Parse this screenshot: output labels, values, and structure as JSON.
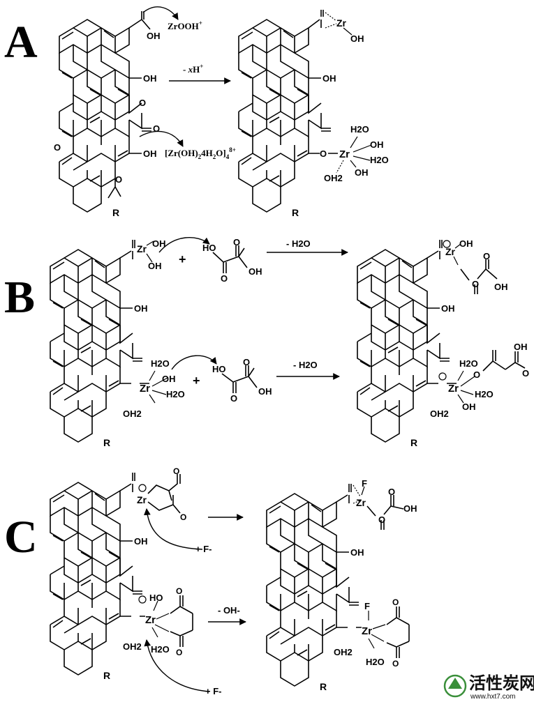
{
  "panels": {
    "A": {
      "letter": "A",
      "reactant_labels": [
        "OH",
        "OH",
        "OH",
        "O",
        "O",
        "O",
        "O",
        "R"
      ],
      "reagent_top": "ZrOOH",
      "reagent_top_charge": "+",
      "reagent_bottom": "[Zr(OH)",
      "reagent_bottom_sub1": "2",
      "reagent_bottom_mid": "4H",
      "reagent_bottom_sub2": "2",
      "reagent_bottom_end": "O]",
      "reagent_bottom_sub3": "4",
      "reagent_bottom_charge": "8+",
      "arrow_label_prefix": "- ",
      "arrow_label_var": "x",
      "arrow_label_suffix": "H",
      "arrow_label_charge": "+",
      "product_top": {
        "zr": "Zr",
        "oh": "OH"
      },
      "product_bottom": {
        "zr": "Zr",
        "ligands": [
          "H2O",
          "OH",
          "H2O",
          "OH",
          "OH2"
        ]
      }
    },
    "B": {
      "letter": "B",
      "plus": "+",
      "arrow_label": "- H2O",
      "oxalic_labels": [
        "HO",
        "OH",
        "O",
        "O"
      ],
      "zr": "Zr",
      "ligands": [
        "OH",
        "OH",
        "H2O",
        "OH",
        "H2O",
        "OH2"
      ]
    },
    "C": {
      "letter": "C",
      "fluoride": "+ F-",
      "arrow_label": "- OH-",
      "zr": "Zr",
      "ligands": [
        "HO",
        "OH2",
        "H2O",
        "F",
        "OH",
        "OH2",
        "H2O"
      ]
    }
  },
  "watermark": {
    "text_cn": "活性炭网",
    "url": "www.hxt7.com"
  }
}
